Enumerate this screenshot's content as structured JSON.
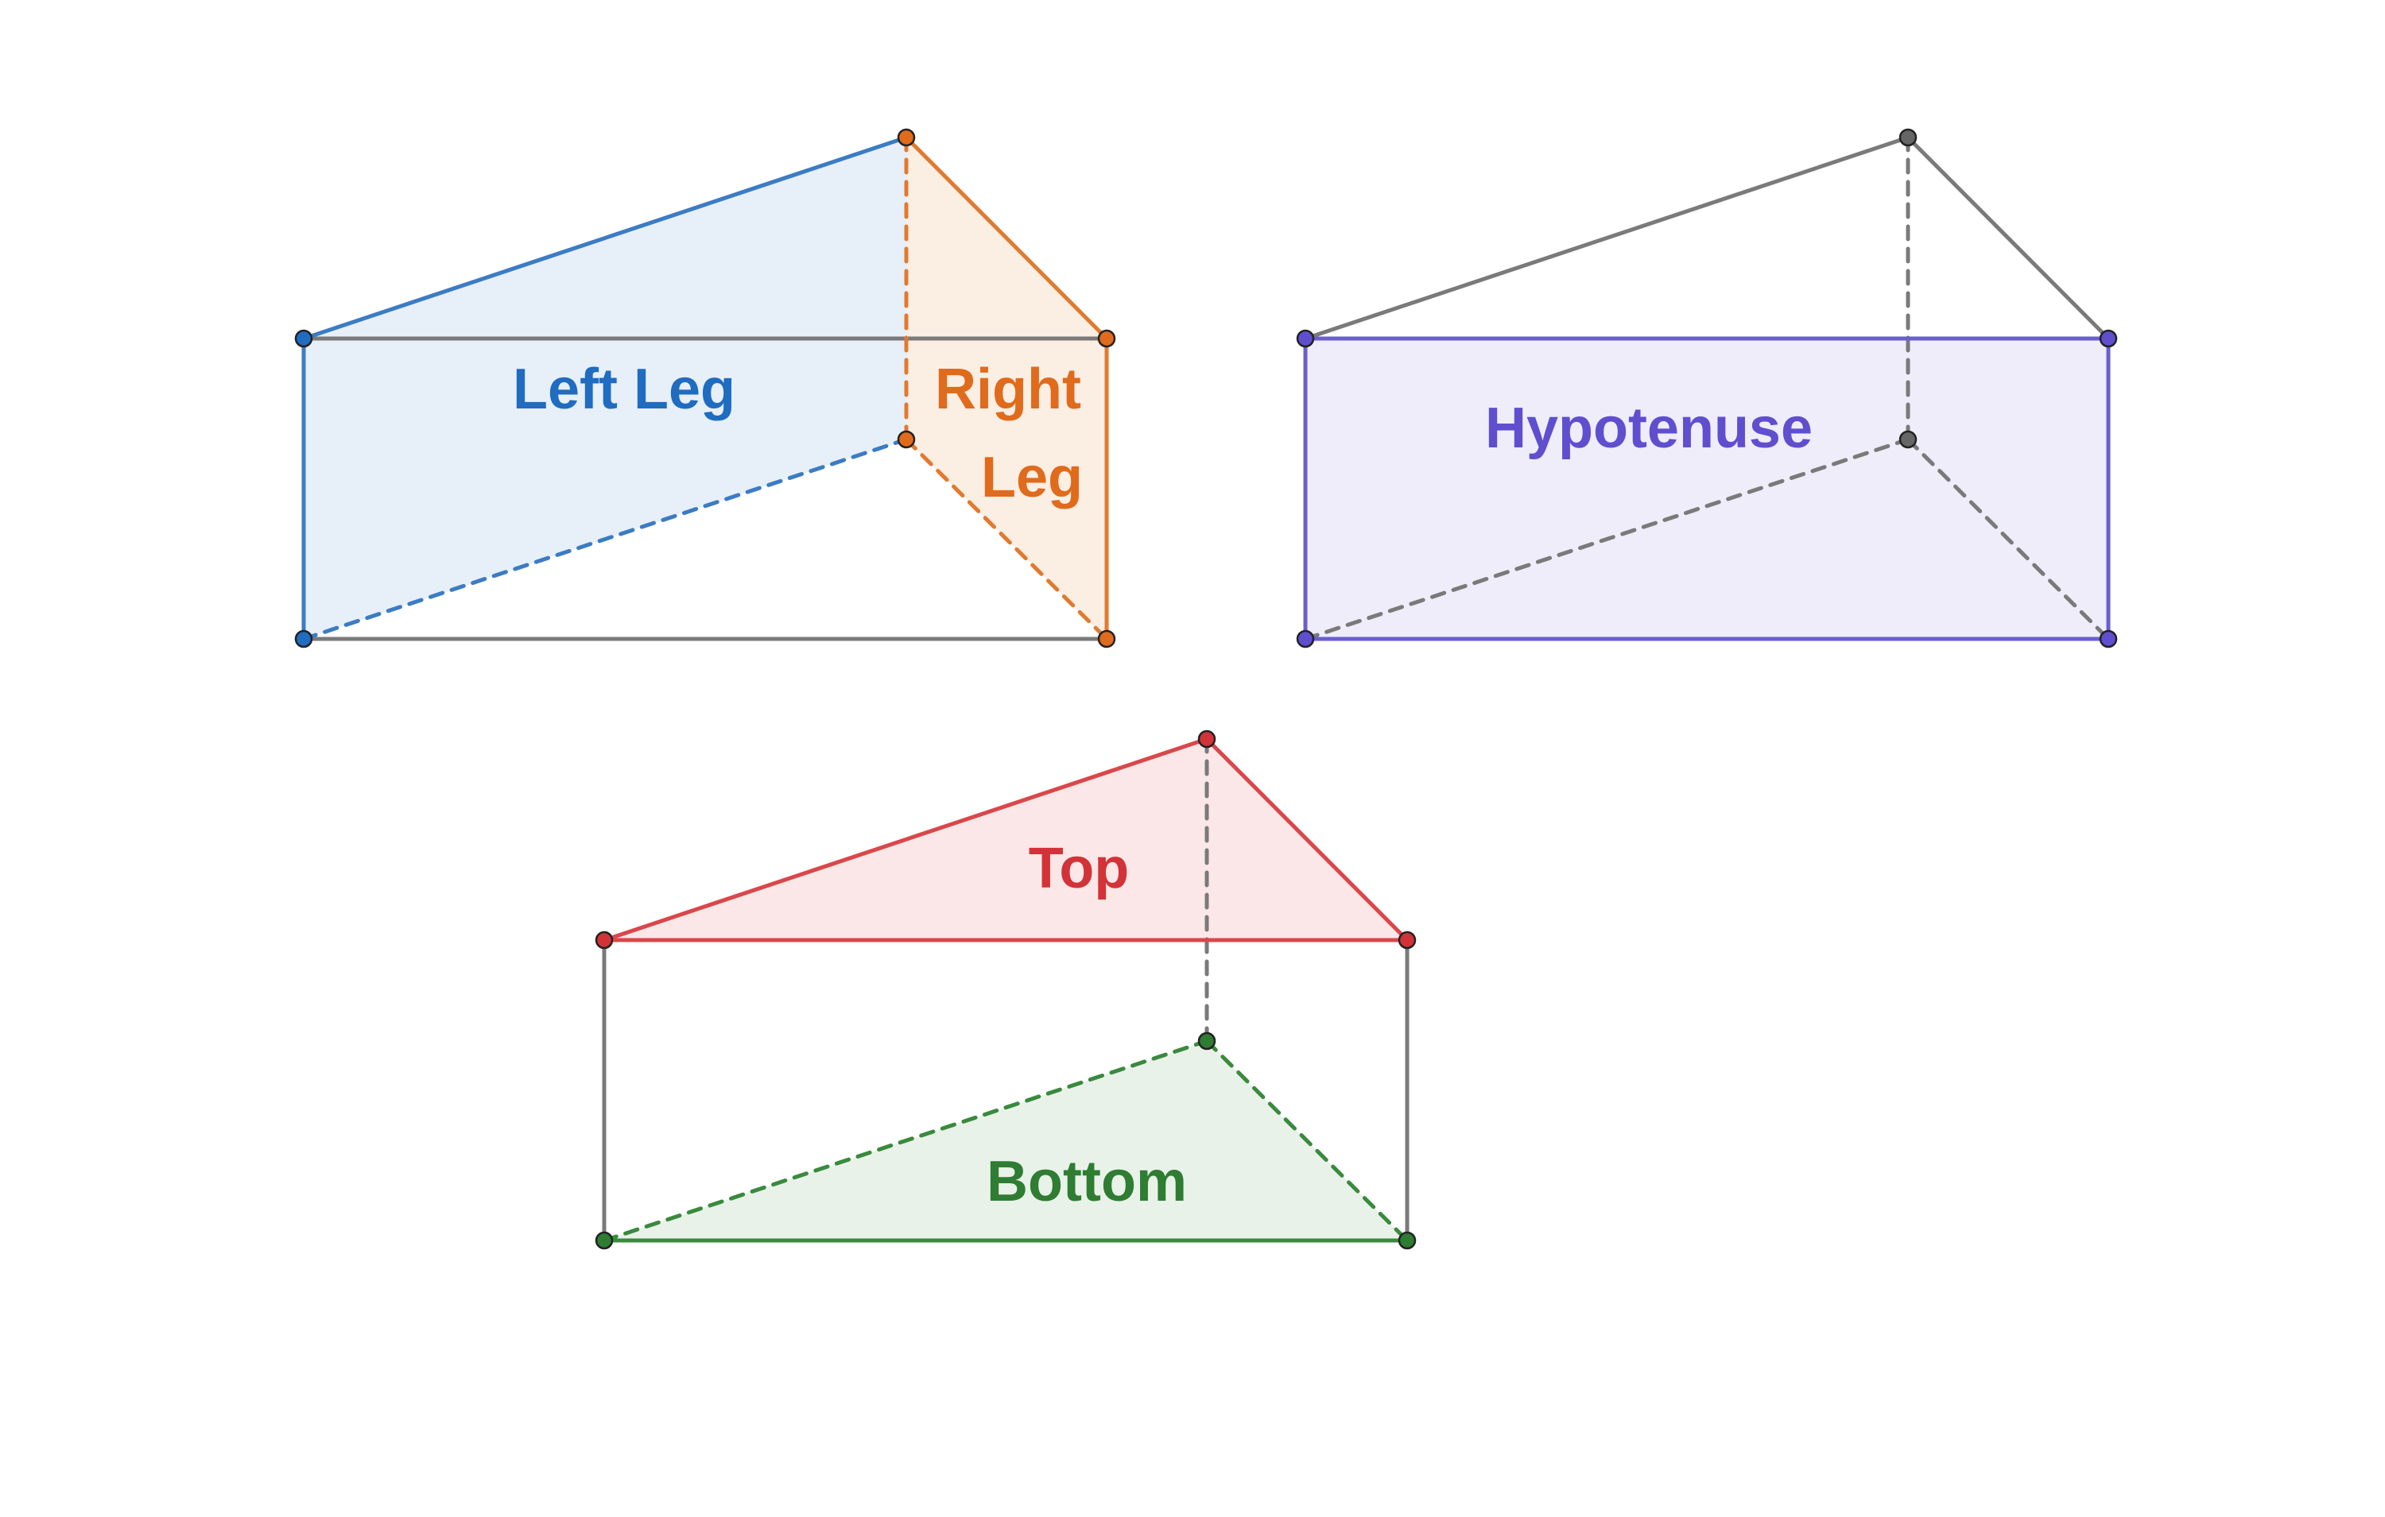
{
  "colors": {
    "gray_edge": "#7a7a7a",
    "gray_vertex": "#666666",
    "left_leg": "#3b7cc4",
    "left_leg_fill": "#e7eff8",
    "left_leg_text": "#1f6cc0",
    "right_leg": "#e07a30",
    "right_leg_fill": "#fbeee3",
    "right_leg_text": "#e06b1c",
    "hypotenuse": "#6a5fcf",
    "hypotenuse_fill": "#eeedf9",
    "hypotenuse_text": "#5f4fcf",
    "top": "#d9474b",
    "top_fill": "#fbe7e7",
    "top_text": "#d23338",
    "bottom": "#3a8a3e",
    "bottom_fill": "#e9f2e9",
    "bottom_text": "#2e7d32"
  },
  "prisms": [
    {
      "id": "legs-prism",
      "labels": [
        "Left Leg",
        "Right",
        "Leg"
      ],
      "highlighted_faces": [
        "left-leg",
        "right-leg"
      ]
    },
    {
      "id": "hypotenuse-prism",
      "labels": [
        "Hypotenuse"
      ],
      "highlighted_faces": [
        "hypotenuse"
      ]
    },
    {
      "id": "top-bottom-prism",
      "labels": [
        "Top",
        "Bottom"
      ],
      "highlighted_faces": [
        "top",
        "bottom"
      ]
    }
  ]
}
